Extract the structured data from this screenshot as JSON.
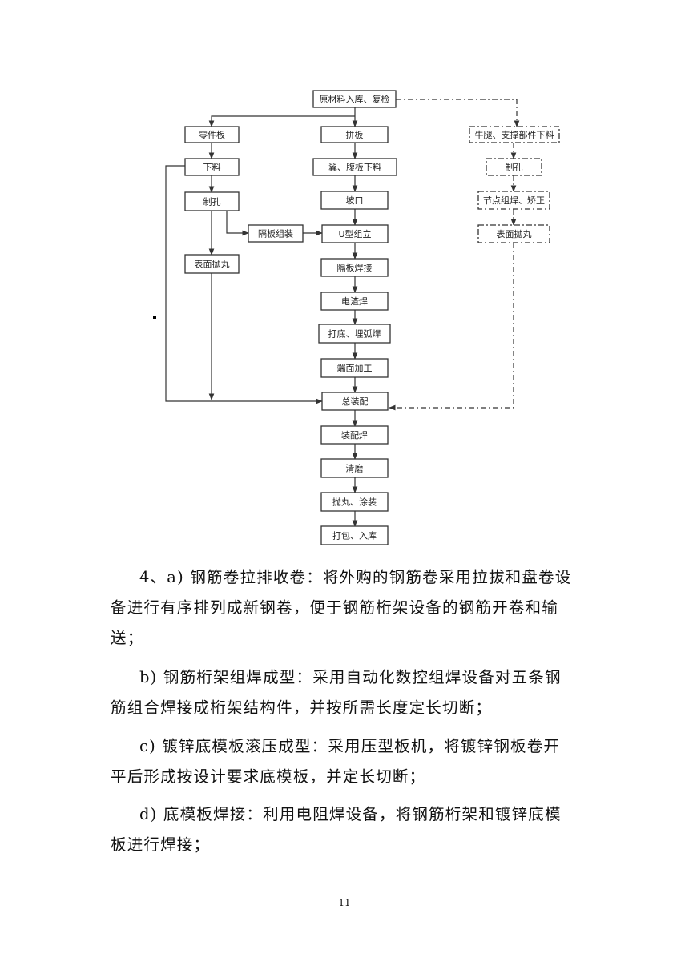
{
  "flowchart": {
    "nodes": {
      "raw": "原材料入库、复检",
      "parts": "零件板",
      "splice": "拼板",
      "bracket": "牛腿、支撑部件下料",
      "cut": "下料",
      "wing": "翼、腹板下料",
      "drill_r": "制孔",
      "drill": "制孔",
      "groove": "坡口",
      "node_weld": "节点组焊、矫正",
      "diaphragm": "隔板组装",
      "u_assembly": "U型组立",
      "surface_r": "表面抛丸",
      "surface": "表面抛丸",
      "plate_weld": "隔板焊接",
      "electroslag": "电渣焊",
      "submerged": "打底、埋弧焊",
      "end_face": "端面加工",
      "assembly": "总装配",
      "assembly_weld": "装配焊",
      "grinding": "清磨",
      "shot_coat": "抛丸、涂装",
      "pack": "打包、入库"
    }
  },
  "body": {
    "para1_line1": "4、a) 钢筋卷拉排收卷：将外购的钢筋卷采用拉拔和盘卷设",
    "para1_line2": "备进行有序排列成新钢卷，便于钢筋桁架设备的钢筋开卷和输",
    "para1_line3": "送；",
    "para2_line1": "b) 钢筋桁架组焊成型：采用自动化数控组焊设备对五条钢",
    "para2_line2": "筋组合焊接成桁架结构件，并按所需长度定长切断；",
    "para3_line1": "c) 镀锌底模板滚压成型：采用压型板机，将镀锌钢板卷开",
    "para3_line2": "平后形成按设计要求底模板，并定长切断；",
    "para4_line1": "d) 底模板焊接：利用电阻焊设备，将钢筋桁架和镀锌底模",
    "para4_line2": "板进行焊接；"
  },
  "page_number": "11"
}
